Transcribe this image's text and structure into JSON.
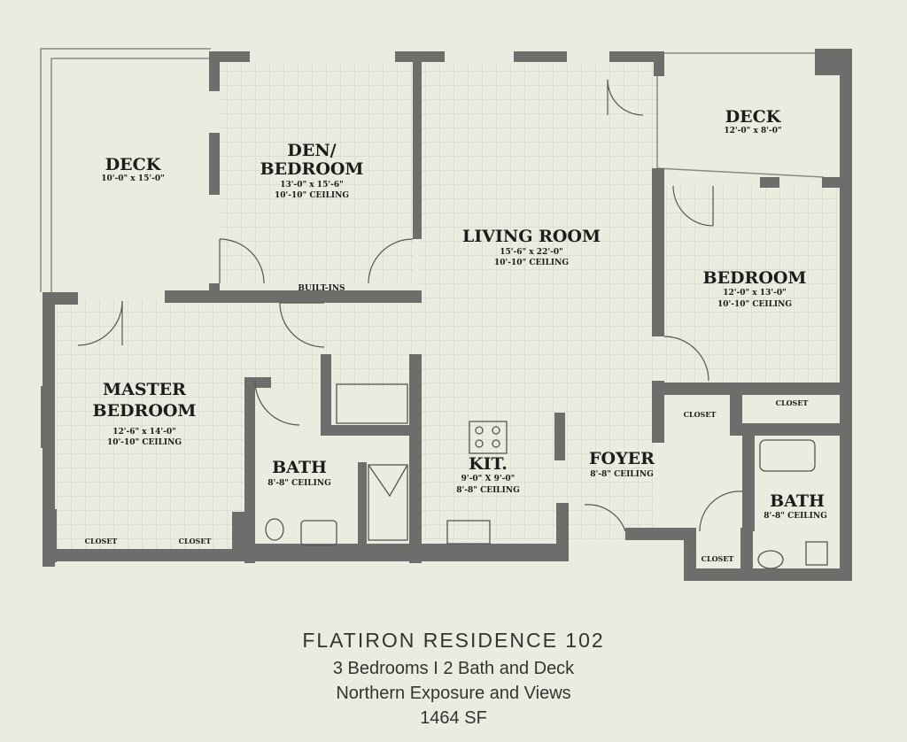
{
  "colors": {
    "wall": "#6d6d6b",
    "background": "#ecebdf",
    "grid": "#d2d2c8",
    "text": "#1c1c1c"
  },
  "rooms": {
    "deck_west": {
      "name": "DECK",
      "dims": "10'-0\" x 15'-0\""
    },
    "den": {
      "name_line1": "DEN/",
      "name_line2": "BEDROOM",
      "dims": "13'-0\" x 15'-6\"",
      "ceiling": "10'-10\" CEILING"
    },
    "living": {
      "name": "LIVING ROOM",
      "dims": "15'-6\" x 22'-0\"",
      "ceiling": "10'-10\" CEILING"
    },
    "deck_east": {
      "name": "DECK",
      "dims": "12'-0\" x 8'-0\""
    },
    "bedroom": {
      "name": "BEDROOM",
      "dims": "12'-0\" x 13'-0\"",
      "ceiling": "10'-10\" CEILING"
    },
    "master": {
      "name_line1": "MASTER",
      "name_line2": "BEDROOM",
      "dims": "12'-6\" x 14'-0\"",
      "ceiling": "10'-10\" CEILING"
    },
    "bath_west": {
      "name": "BATH",
      "ceiling": "8'-8\" CEILING"
    },
    "kitchen": {
      "name": "KIT.",
      "dims": "9'-0\" X 9'-0\"",
      "ceiling": "8'-8\" CEILING"
    },
    "foyer": {
      "name": "FOYER",
      "ceiling": "8'-8\" CEILING"
    },
    "bath_east": {
      "name": "BATH",
      "ceiling": "8'-8\" CEILING"
    }
  },
  "labels": {
    "built_ins": "BUILT-INS",
    "closet": "CLOSET"
  },
  "caption": {
    "title": "FLATIRON RESIDENCE 102",
    "line1": "3 Bedrooms  I  2 Bath and Deck",
    "line2": "Northern Exposure and Views",
    "line3": "1464 SF"
  }
}
